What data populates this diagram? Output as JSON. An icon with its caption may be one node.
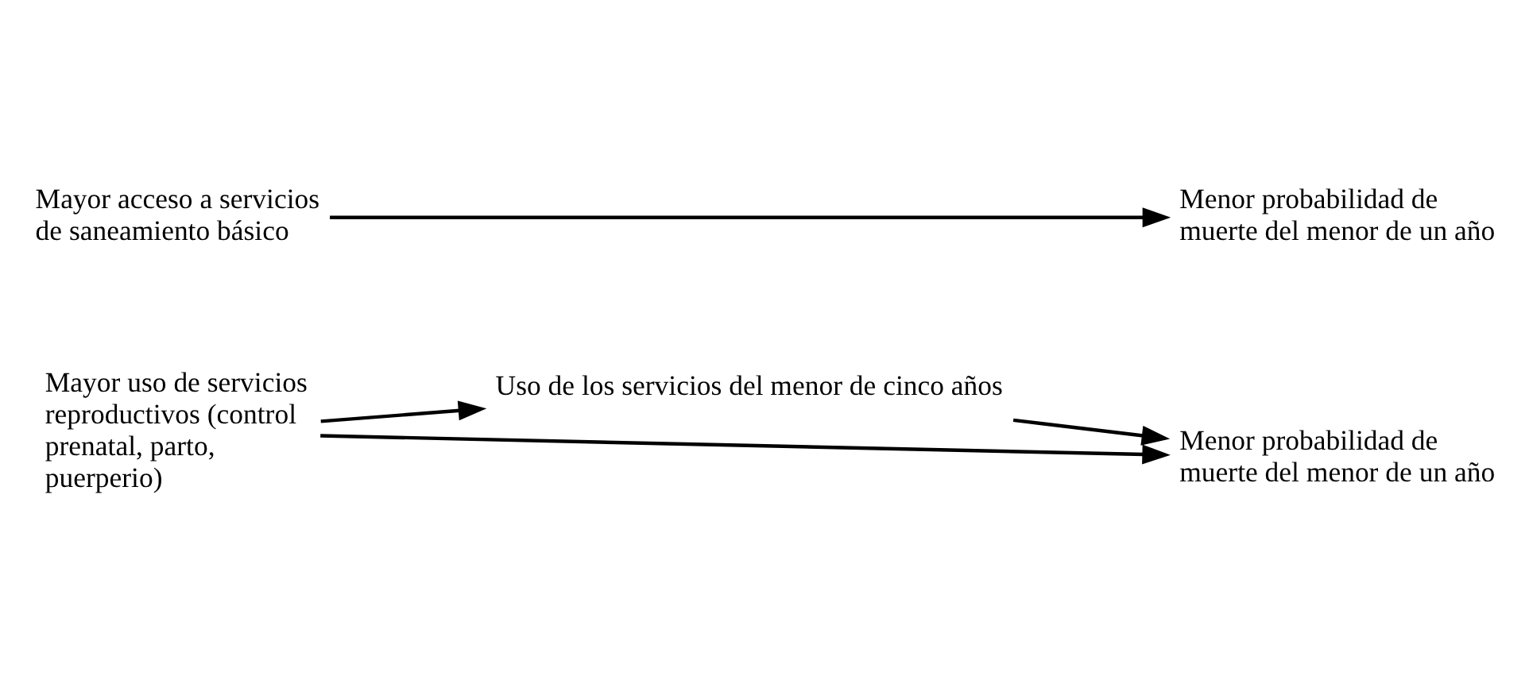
{
  "diagram": {
    "nodes": [
      {
        "text": [
          "Uso de los servicios del menor de cinco años"
        ]
      },
      {
        "text": [
          "Mayor uso de servicios reproductivos (control prenatal, parto, puerperio)"
        ]
      },
      {
        "text": [
          "Menor probabilidad de muerte del menor de un año"
        ]
      },
      {
        "text": [
          "Mayor acceso a servicios de saneamiento básico"
        ]
      },
      {
        "text": [
          "Menor probabilidad de muerte del menor de un año"
        ]
      }
    ],
    "edges": [
      {
        "from": 1,
        "to": 0,
        "arrow": "to"
      },
      {
        "from": 0,
        "to": 2,
        "arrow": "to"
      },
      {
        "from": 1,
        "to": 2,
        "arrow": "to"
      },
      {
        "from": 3,
        "to": 4,
        "arrow": "to"
      }
    ]
  }
}
